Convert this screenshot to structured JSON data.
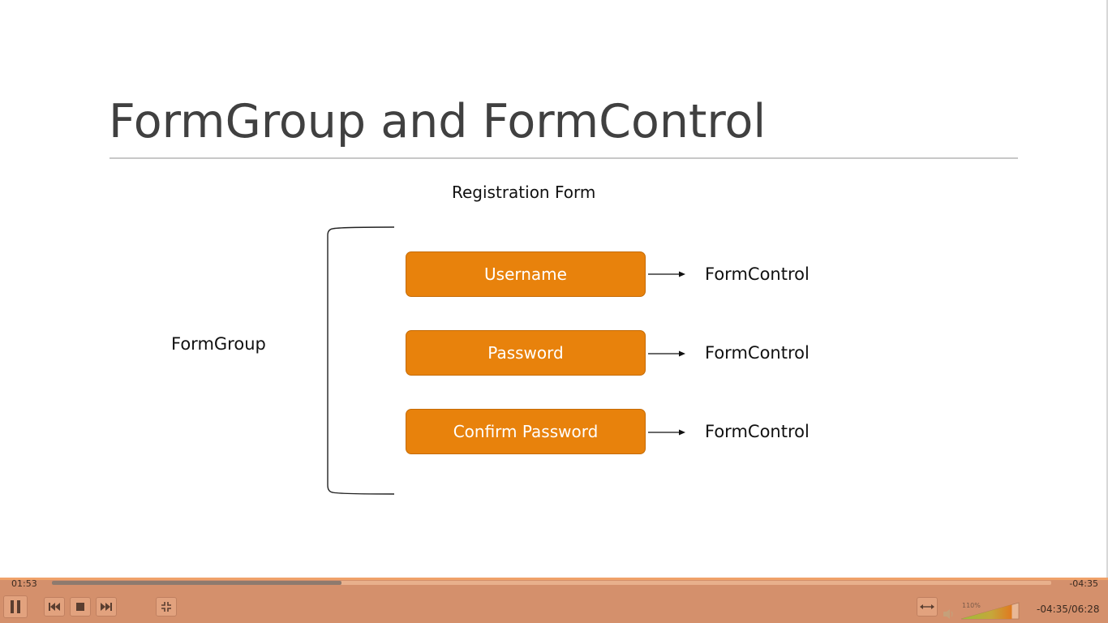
{
  "slide": {
    "title": "FormGroup and FormControl",
    "form_caption": "Registration Form",
    "group_label": "FormGroup",
    "fields": [
      {
        "label": "Username",
        "control_label": "FormControl"
      },
      {
        "label": "Password",
        "control_label": "FormControl"
      },
      {
        "label": "Confirm Password",
        "control_label": "FormControl"
      }
    ],
    "colors": {
      "field_fill": "#e8820c",
      "field_border": "#c56b06",
      "title_text": "#404040"
    }
  },
  "player": {
    "elapsed": "01:53",
    "remaining": "-04:35",
    "progress_fraction": 0.29,
    "volume_label": "110%",
    "volume_level": 1.1,
    "time_display": "-04:35/06:28",
    "icons": [
      "pause-icon",
      "previous-icon",
      "stop-icon",
      "next-icon",
      "fullscreen-exit-icon",
      "loop-icon",
      "speaker-icon"
    ],
    "colors": {
      "bar": "#d4906c",
      "accent": "#f0a26a"
    }
  }
}
